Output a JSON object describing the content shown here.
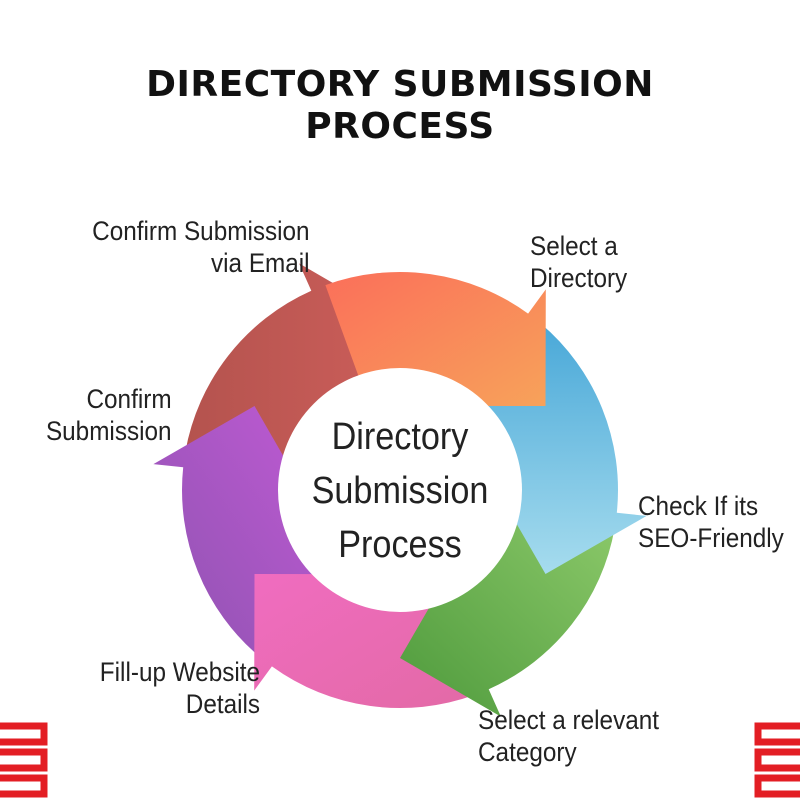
{
  "header": {
    "title_line1": "DIRECTORY SUBMISSION",
    "title_line2": "PROCESS"
  },
  "center": {
    "line1": "Directory",
    "line2": "Submission",
    "line3": "Process"
  },
  "steps": [
    {
      "line1": "Select a",
      "line2": "Directory",
      "color": "#f98a5f"
    },
    {
      "line1": "Check If its",
      "line2": "SEO-Friendly",
      "color": "#6cc3e6"
    },
    {
      "line1": "Select a relevant",
      "line2": "Category",
      "color": "#72b25a"
    },
    {
      "line1": "Fill-up Website",
      "line2": "Details",
      "color": "#e45fb0"
    },
    {
      "line1": "Confirm",
      "line2": "Submission",
      "color": "#a35ac6"
    },
    {
      "line1": "Confirm Submission",
      "line2": "via Email",
      "color": "#c0504d"
    }
  ],
  "accent_color": "#e31e24"
}
